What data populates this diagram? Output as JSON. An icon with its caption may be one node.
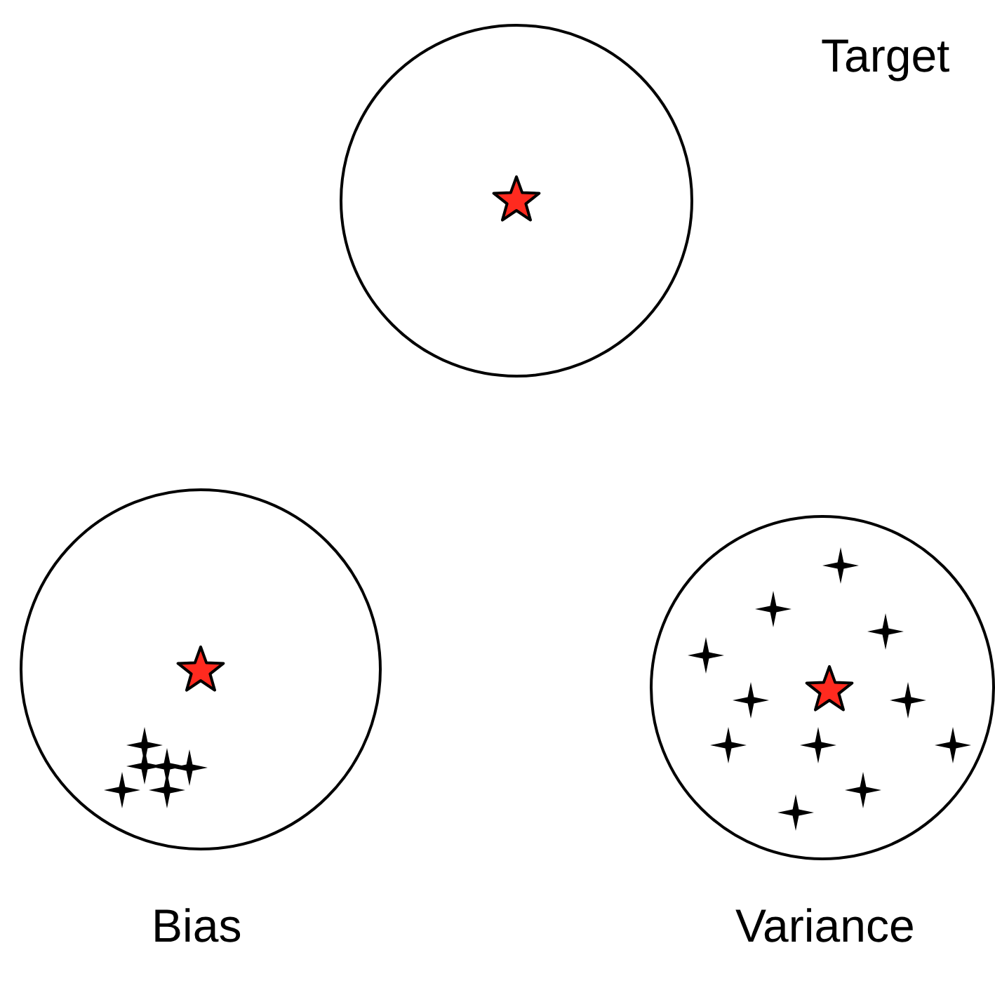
{
  "diagram": {
    "nodes": [
      {
        "text": [],
        "shape": "circle",
        "beside": [
          "Target"
        ]
      },
      {
        "text": [],
        "shape": "circle",
        "beside": [
          "Bias"
        ]
      },
      {
        "text": [],
        "shape": "circle",
        "beside": [
          "Variance"
        ]
      }
    ]
  }
}
